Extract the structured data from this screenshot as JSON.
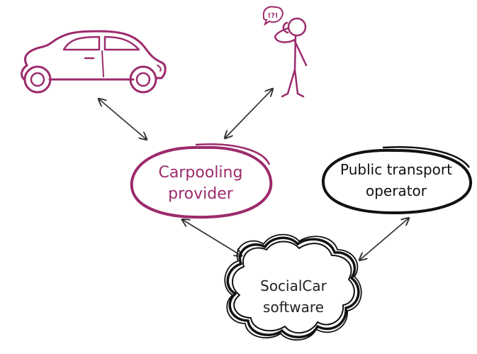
{
  "colors": {
    "magenta": "#9c2b6c",
    "black": "#111111",
    "arrow": "#333333",
    "background": "#ffffff"
  },
  "icons": {
    "car": "car-icon",
    "person": "person-on-phone-icon",
    "speech": "speech-bubble-icon"
  },
  "nodes": {
    "carpooling": {
      "line1": "Carpooling",
      "line2": "provider"
    },
    "public_transport": {
      "line1": "Public transport",
      "line2": "operator"
    },
    "socialcar": {
      "line1": "SocialCar",
      "line2": "software"
    }
  },
  "speech_bubble": {
    "text": "!?!"
  }
}
